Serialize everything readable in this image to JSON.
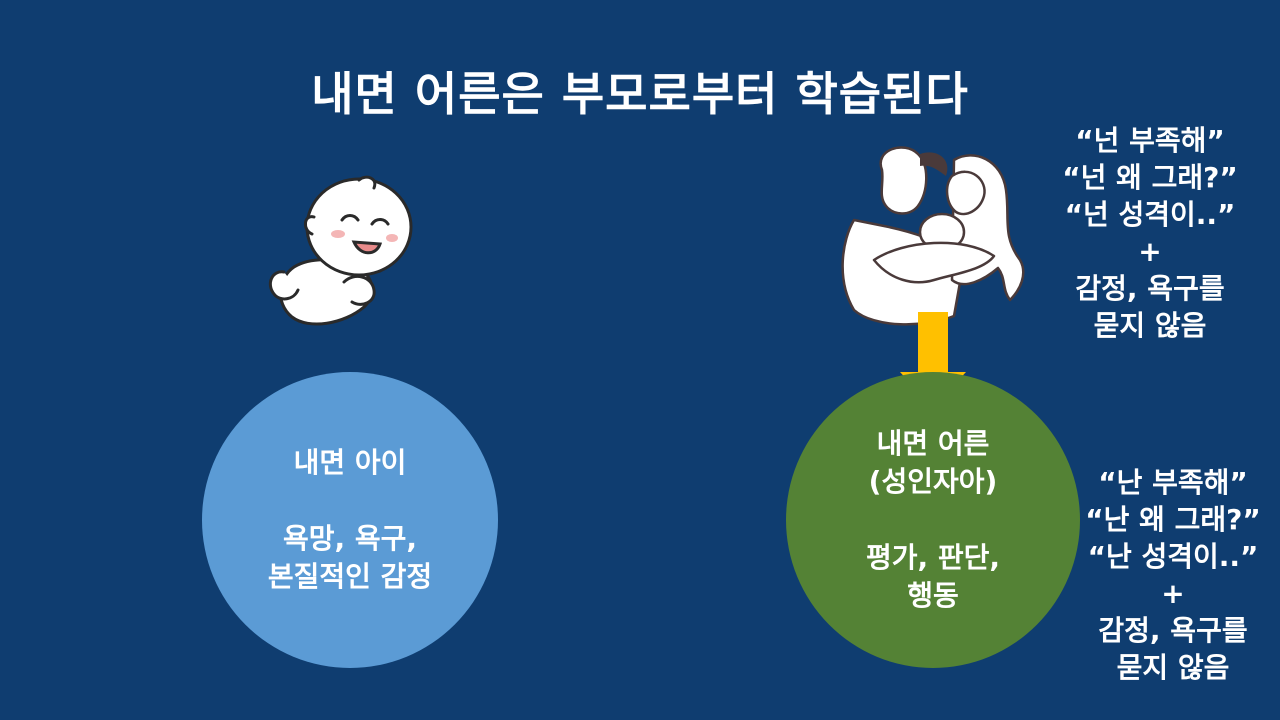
{
  "title": "내면 어른은 부모로부터 학습된다",
  "inner_child": {
    "heading": "내면 아이",
    "line1": "욕망, 욕구,",
    "line2": "본질적인 감정",
    "color": "#5b9bd5"
  },
  "inner_adult": {
    "heading": "내면 어른",
    "subheading": "(성인자아)",
    "line1": "평가, 판단,",
    "line2": "행동",
    "color": "#548235"
  },
  "parent_quotes": [
    "“넌 부족해”",
    "“넌 왜 그래?”",
    "“넌 성격이..”",
    "+",
    "감정, 욕구를",
    "묻지 않음"
  ],
  "self_quotes": [
    "“난 부족해”",
    "“난 왜 그래?”",
    "“난 성격이..”",
    "+",
    "감정, 욕구를",
    "묻지 않음"
  ],
  "icons": {
    "baby": "baby-icon",
    "parents": "parents-holding-baby-icon",
    "arrow": "arrow-down-icon"
  },
  "colors": {
    "background": "#0f3d70",
    "arrow": "#ffc000"
  }
}
